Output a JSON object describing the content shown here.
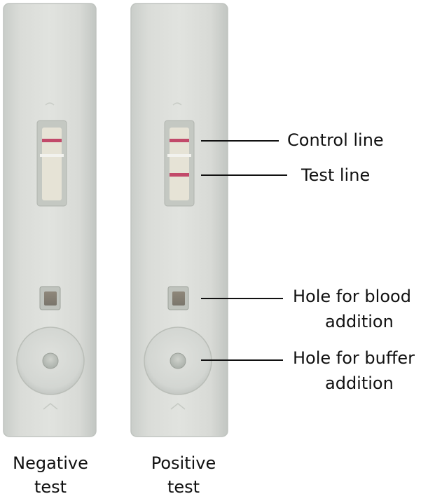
{
  "annotations": {
    "control_line": "Control line",
    "test_line": "Test line",
    "blood_hole": [
      "Hole for blood",
      "addition"
    ],
    "buffer_hole": [
      "Hole for buffer",
      "addition"
    ]
  },
  "strips": [
    {
      "caption": [
        "Negative",
        "test"
      ],
      "result": "negative"
    },
    {
      "caption": [
        "Positive",
        "test"
      ],
      "result": "positive"
    }
  ],
  "colors": {
    "cassette": "#d9dcd8",
    "line_red": "#c24a6a"
  }
}
